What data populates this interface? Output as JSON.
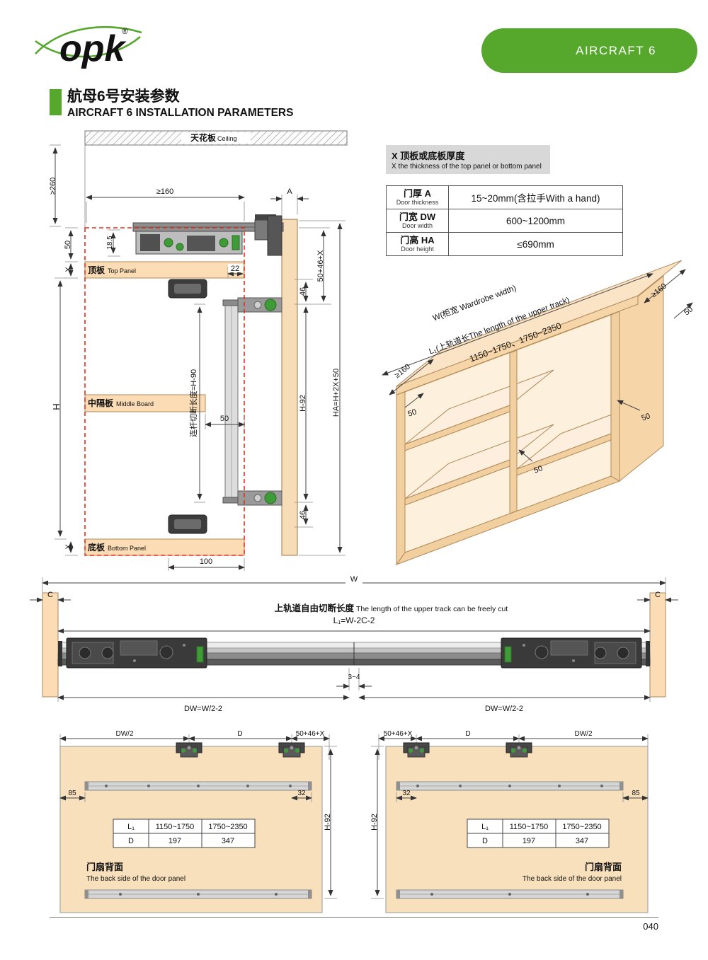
{
  "page": {
    "brand": "opk",
    "reg": "®",
    "banner": "AIRCRAFT 6",
    "title_zh": "航母6号安装参数",
    "title_en": "AIRCRAFT 6 INSTALLATION PARAMETERS",
    "number": "040"
  },
  "section": {
    "ceiling_zh": "天花板",
    "ceiling_en": "Ceiling",
    "dim_260": "≥260",
    "dim_160": "≥160",
    "label_a": "A",
    "dim_50": "50",
    "dim_18_5": "18.5",
    "dim_x": "X",
    "top_panel_zh": "顶板",
    "top_panel_en": "Top Panel",
    "dim_22": "22",
    "dim_46": "46",
    "dim_50_46_x": "50+46+X",
    "dim_h": "H",
    "middle_board_zh": "中隔板",
    "middle_board_en": "Middle Board",
    "rod_cut": "连杆切断长度=H-90",
    "dim_h92": "H-92",
    "dim_ha": "HA=H+2X+50",
    "bottom_panel_zh": "底板",
    "bottom_panel_en": "Bottom Panel",
    "dim_100": "100"
  },
  "note": {
    "zh": "X 顶板或底板厚度",
    "en": "X the thickness of the top panel or bottom panel"
  },
  "params": {
    "rows": [
      {
        "zh": "门厚 A",
        "en": "Door thickness",
        "value": "15~20mm(含拉手With a hand)"
      },
      {
        "zh": "门宽 DW",
        "en": "Door width",
        "value": "600~1200mm"
      },
      {
        "zh": "门高 HA",
        "en": "Door height",
        "value": "≤690mm"
      }
    ]
  },
  "wardrobe": {
    "w_label": "W(柜宽 Wardrobe width)",
    "l1_label": "L₁(上轨道长The length of the upper track)",
    "l1_range": "1150~1750、1750~2350",
    "dim_160": "≥160",
    "dim_50": "50"
  },
  "track": {
    "dim_w": "W",
    "dim_c": "C",
    "cut_zh": "上轨道自由切断长度",
    "cut_en": "The length of the upper track can be freely cut",
    "l1_formula": "L₁=W-2C-2",
    "dw_formula": "DW=W/2-2",
    "gap": "3~4"
  },
  "door": {
    "dim_dw2": "DW/2",
    "dim_d": "D",
    "dim_50_46_x": "50+46+X",
    "dim_85": "85",
    "dim_32": "32",
    "dim_h92": "H-92",
    "table": {
      "h_l1": "L₁",
      "l1_a": "1150~1750",
      "l1_b": "1750~2350",
      "h_d": "D",
      "d_a": "197",
      "d_b": "347"
    },
    "back_zh": "门扇背面",
    "back_en": "The back side of the door panel"
  }
}
